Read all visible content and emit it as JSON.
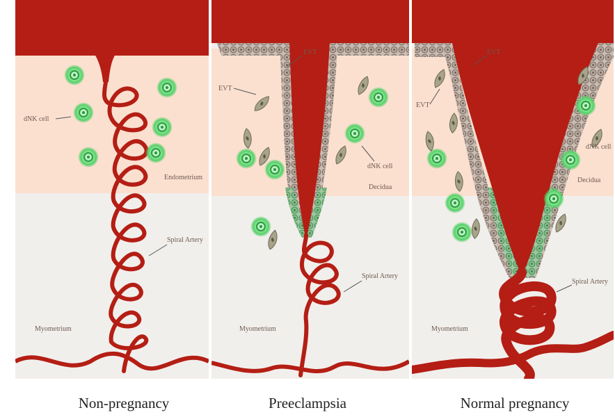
{
  "panels": [
    {
      "caption": "Non-pregnancy",
      "labels": {
        "cells": "dNK cell",
        "layer": "Endometrium",
        "artery": "Spiral Artery",
        "muscle": "Myometrium"
      }
    },
    {
      "caption": "Preeclampsia",
      "labels": {
        "evt_top": "EVT",
        "evt": "EVT",
        "cells": "dNK cell",
        "layer": "Decidua",
        "artery": "Spiral Artery",
        "muscle": "Myometrium"
      }
    },
    {
      "caption": "Normal pregnancy",
      "labels": {
        "evt_top": "EVT",
        "evt": "EVT",
        "cells": "dNK cell",
        "layer": "Decidua",
        "artery": "Spiral Artery",
        "muscle": "Myometrium"
      }
    }
  ],
  "colors": {
    "blood": "#b41e14",
    "endometrium": "#fbe0d0",
    "myometrium": "#f1efec",
    "nk_cell": "#7fe08a",
    "evt_cell": "#a8a48a",
    "trophoblast": "#b8aaa0"
  }
}
